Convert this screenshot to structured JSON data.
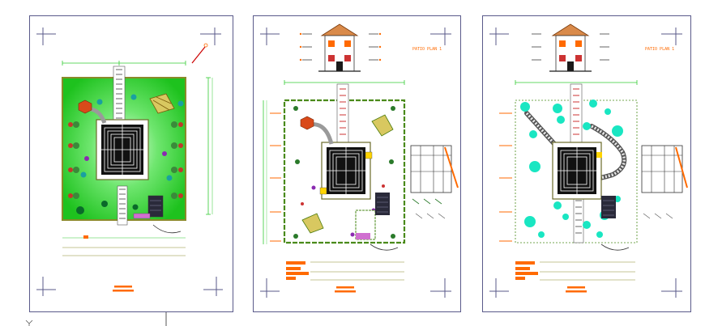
{
  "drawing": {
    "sheets": [
      {
        "id": "sheet-1",
        "label": ""
      },
      {
        "id": "sheet-2",
        "label": "PATIO PLAN 1"
      },
      {
        "id": "sheet-3",
        "label": "PATIO PLAN 1"
      }
    ]
  },
  "colors": {
    "border": "#5a5a8a",
    "lawn": "#2fd12f",
    "wall": "#8a8a2a",
    "accent": "#ff6a00",
    "dim": "#33cc33",
    "tree_cyan": "#19e6c2",
    "paving": "#1a1a1a",
    "path_gray": "#b0b0b0"
  }
}
